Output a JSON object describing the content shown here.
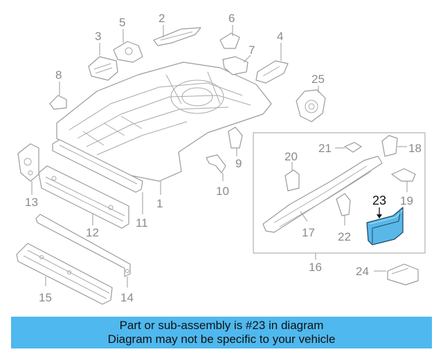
{
  "callouts": {
    "c1": "1",
    "c2": "2",
    "c3": "3",
    "c4": "4",
    "c5": "5",
    "c6": "6",
    "c7": "7",
    "c8": "8",
    "c9": "9",
    "c10": "10",
    "c11": "11",
    "c12": "12",
    "c13": "13",
    "c14": "14",
    "c15": "15",
    "c16": "16",
    "c17": "17",
    "c18": "18",
    "c19": "19",
    "c20": "20",
    "c21": "21",
    "c22": "22",
    "c23": "23",
    "c24": "24",
    "c25": "25"
  },
  "highlighted_part": "23",
  "banner": {
    "line1": "Part or sub-assembly is #23 in diagram",
    "line2": "Diagram may not be specific to your vehicle"
  },
  "colors": {
    "banner_bg": "#4fb8ee",
    "highlight_fill": "#59b8e8",
    "line_gray": "#9a9a9a"
  }
}
